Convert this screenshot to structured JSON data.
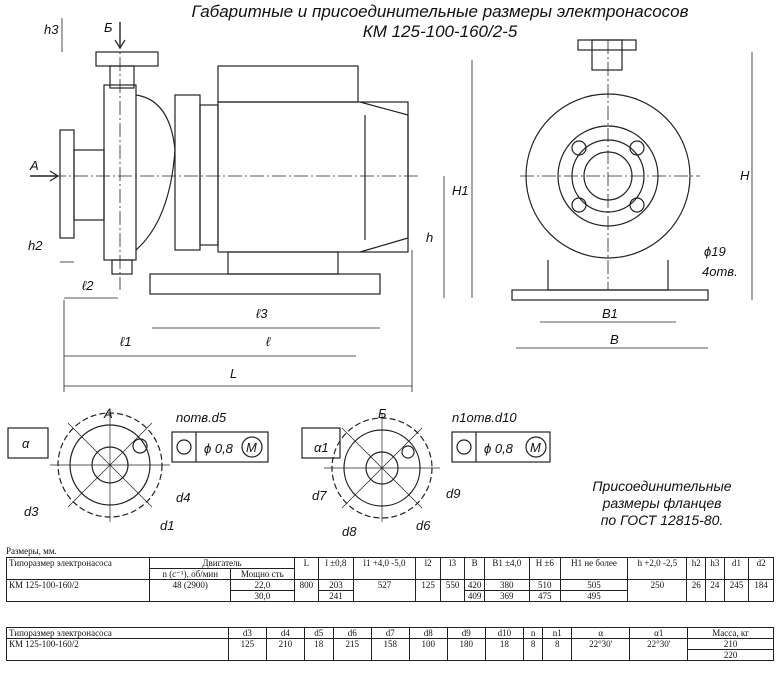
{
  "title": {
    "line1": "Габаритные и присоединительные размеры электронасосов",
    "line2": "КМ 125-100-160/2-5"
  },
  "labels": {
    "A": "А",
    "B_cyr": "Б",
    "h3": "h3",
    "h2": "h2",
    "l2": "ℓ2",
    "l1": "ℓ1",
    "l": "ℓ",
    "l3": "ℓ3",
    "L": "L",
    "H1": "H1",
    "h": "h",
    "H": "H",
    "B1": "B1",
    "Bw": "B",
    "dia19": "ϕ19",
    "otv4": "4отв.",
    "alpha": "α",
    "alpha1": "α1",
    "d3": "d3",
    "d4": "d4",
    "d1": "d1",
    "d5note": "nотв.d5",
    "d7": "d7",
    "d8": "d8",
    "d6": "d6",
    "d9": "d9",
    "d10note": "n1отв.d10",
    "tol_sym": "ϕ 0,8",
    "tol_M": "M",
    "viewA": "А",
    "viewB": "Б"
  },
  "note": {
    "line1": "Присоединительные",
    "line2": "размеры фланцев",
    "line3": "по ГОСТ 12815-80."
  },
  "units_label": "Размеры, мм.",
  "table1": {
    "h_type": "Типоразмер электронасоса",
    "h_motor": "Двигатель",
    "h_n": "n (c⁻¹), об/мин",
    "h_power": "Мощно сть",
    "h_L": "L",
    "h_l": "l ±0,8",
    "h_l1": "l1 +4,0 -5,0",
    "h_l2": "l2",
    "h_l3": "l3",
    "h_B": "B",
    "h_B1": "B1 ±4,0",
    "h_H": "H ±6",
    "h_H1": "H1 не более",
    "h_h": "h +2,0 -2,5",
    "h_h2": "h2",
    "h_h3": "h3",
    "h_d1": "d1",
    "h_d2": "d2",
    "row": {
      "type": "КМ 125-100-160/2",
      "n": "48 (2900)",
      "power": [
        "22,0",
        "30,0"
      ],
      "L": "800",
      "l": [
        "203",
        "241"
      ],
      "l1": "527",
      "l2": "125",
      "l3": "550",
      "B": [
        "420",
        "409"
      ],
      "B1": [
        "380",
        "369"
      ],
      "H": [
        "510",
        "475"
      ],
      "H1": [
        "505",
        "495"
      ],
      "h": "250",
      "h2": "26",
      "h3": "24",
      "d1": "245",
      "d2": "184"
    }
  },
  "table2": {
    "h_type": "Типоразмер электронасоса",
    "h_d3": "d3",
    "h_d4": "d4",
    "h_d5": "d5",
    "h_d6": "d6",
    "h_d7": "d7",
    "h_d8": "d8",
    "h_d9": "d9",
    "h_d10": "d10",
    "h_n": "n",
    "h_n1": "n1",
    "h_alpha": "α",
    "h_alpha1": "α1",
    "h_mass": "Масса, кг",
    "row": {
      "type": "КМ 125-100-160/2",
      "d3": "125",
      "d4": "210",
      "d5": "18",
      "d6": "215",
      "d7": "158",
      "d8": "100",
      "d9": "180",
      "d10": "18",
      "n": "8",
      "n1": "8",
      "alpha": "22°30'",
      "alpha1": "22°30'",
      "mass": [
        "210",
        "220"
      ]
    }
  }
}
